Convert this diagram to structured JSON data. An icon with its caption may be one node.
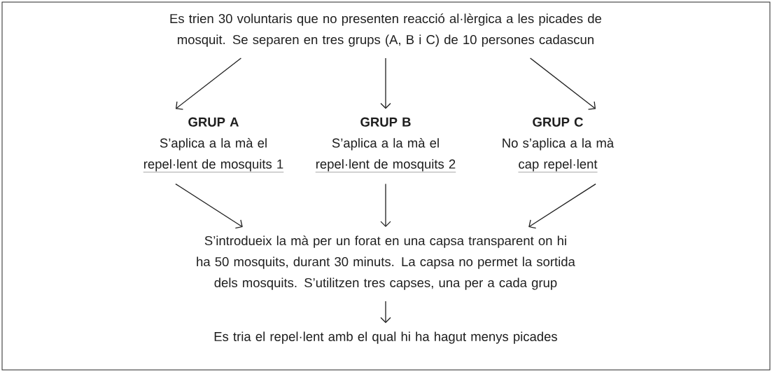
{
  "diagram": {
    "nodes": [
      {
        "text": [
          "Es trien 30 voluntaris que no presenten reacció al·lèrgica a les picades de mosquit. Se separen en tres grups (A, B i C) de 10 persones cadascun"
        ]
      },
      {
        "text": [
          "GRUP A",
          "S’aplica a la mà el",
          "repel·lent de mosquits 1"
        ]
      },
      {
        "text": [
          "GRUP B",
          "S’aplica a la mà el",
          "repel·lent de mosquits 2"
        ]
      },
      {
        "text": [
          "GRUP C",
          "No s’aplica a la mà",
          "cap repel·lent"
        ]
      },
      {
        "text": [
          "S’introdueix la mà per un forat en una capsa transparent on hi ha 50 mosquits, durant 30 minuts. La capsa no permet la sortida dels mosquits. S’utilitzen tres capses, una per a cada grup"
        ]
      },
      {
        "text": [
          "Es tria el repel·lent amb el qual hi ha hagut menys picades"
        ]
      }
    ],
    "edges": [
      {
        "from": 0,
        "to": 1,
        "arrow": "to"
      },
      {
        "from": 0,
        "to": 2,
        "arrow": "to"
      },
      {
        "from": 0,
        "to": 3,
        "arrow": "to"
      },
      {
        "from": 1,
        "to": 4,
        "arrow": "to"
      },
      {
        "from": 2,
        "to": 4,
        "arrow": "to"
      },
      {
        "from": 3,
        "to": 4,
        "arrow": "to"
      },
      {
        "from": 4,
        "to": 5,
        "arrow": "to"
      }
    ]
  }
}
